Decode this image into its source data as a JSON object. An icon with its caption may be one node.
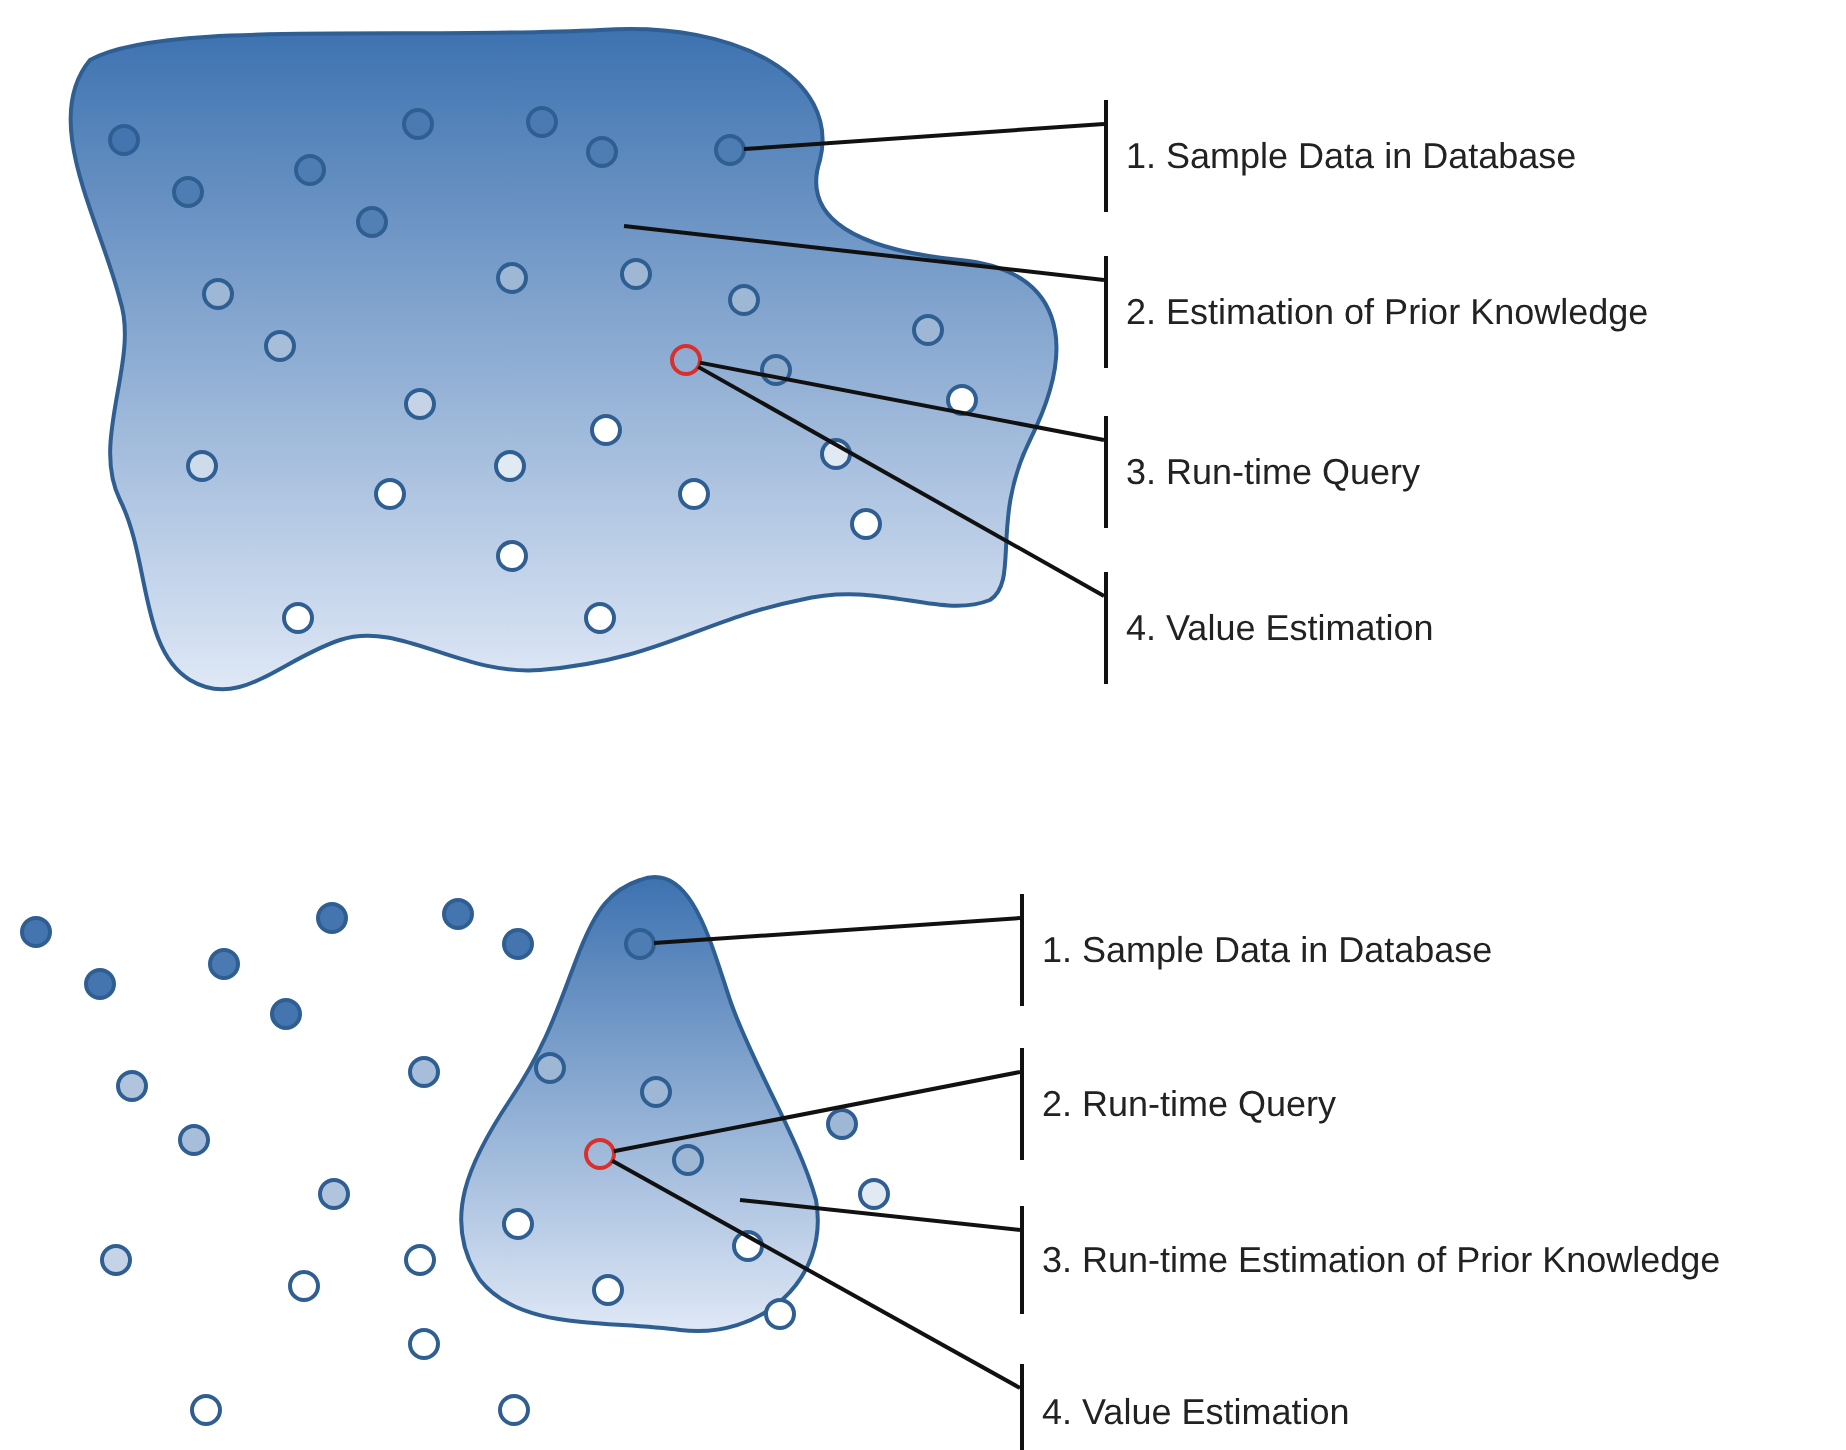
{
  "diagram": {
    "nodes": [
      {
        "text": [],
        "shape": "blob"
      },
      {
        "text": [],
        "shape": "circle",
        "in": 0
      },
      {
        "text": [],
        "shape": "circle",
        "in": 0
      },
      {
        "text": [],
        "shape": "circle",
        "in": 0
      },
      {
        "text": [],
        "shape": "circle",
        "in": 0
      },
      {
        "text": [],
        "shape": "circle",
        "in": 0
      },
      {
        "text": [],
        "shape": "circle",
        "in": 0
      },
      {
        "text": [],
        "shape": "circle",
        "in": 0
      },
      {
        "text": [],
        "shape": "circle",
        "in": 0
      },
      {
        "text": [],
        "shape": "circle",
        "in": 0
      },
      {
        "text": [],
        "shape": "circle",
        "in": 0
      },
      {
        "text": [],
        "shape": "circle",
        "in": 0
      },
      {
        "text": [],
        "shape": "circle",
        "in": 0
      },
      {
        "text": [],
        "shape": "circle",
        "in": 0
      },
      {
        "text": [],
        "shape": "circle",
        "in": 0
      },
      {
        "text": [],
        "shape": "circle",
        "in": 0
      },
      {
        "text": [],
        "shape": "circle",
        "in": 0
      },
      {
        "text": [],
        "shape": "circle",
        "in": 0
      },
      {
        "text": [],
        "shape": "circle",
        "in": 0
      },
      {
        "text": [],
        "shape": "circle",
        "in": 0
      },
      {
        "text": [],
        "shape": "circle",
        "in": 0
      },
      {
        "text": [],
        "shape": "circle",
        "in": 0
      },
      {
        "text": [],
        "shape": "circle",
        "in": 0
      },
      {
        "text": [],
        "shape": "circle",
        "in": 0
      },
      {
        "text": [],
        "shape": "circle",
        "in": 0
      },
      {
        "text": [],
        "shape": "circle",
        "in": 0
      },
      {
        "text": [],
        "shape": "circle",
        "in": 0
      },
      {
        "text": [],
        "shape": "circle",
        "in": 0
      },
      {
        "text": [],
        "shape": "circle",
        "in": 0
      },
      {
        "text": [
          "1. Sample Data in Database"
        ]
      },
      {
        "text": [
          "2. Estimation of Prior Knowledge"
        ]
      },
      {
        "text": [
          "3. Run-time Query"
        ]
      },
      {
        "text": [
          "4. Value Estimation"
        ]
      },
      {
        "text": [],
        "shape": "blob"
      },
      {
        "text": [],
        "shape": "circle"
      },
      {
        "text": [],
        "shape": "circle"
      },
      {
        "text": [],
        "shape": "circle"
      },
      {
        "text": [],
        "shape": "circle"
      },
      {
        "text": [],
        "shape": "circle",
        "in": 33
      },
      {
        "text": [],
        "shape": "circle"
      },
      {
        "text": [],
        "shape": "circle"
      },
      {
        "text": [],
        "shape": "circle"
      },
      {
        "text": [],
        "shape": "circle",
        "in": 33
      },
      {
        "text": [],
        "shape": "circle"
      },
      {
        "text": [],
        "shape": "circle"
      },
      {
        "text": [],
        "shape": "circle",
        "in": 33
      },
      {
        "text": [],
        "shape": "circle"
      },
      {
        "text": [],
        "shape": "circle"
      },
      {
        "text": [],
        "shape": "circle",
        "in": 33
      },
      {
        "text": [],
        "shape": "circle",
        "in": 33
      },
      {
        "text": [],
        "shape": "circle"
      },
      {
        "text": [],
        "shape": "circle"
      },
      {
        "text": [],
        "shape": "circle",
        "in": 33
      },
      {
        "text": [],
        "shape": "circle",
        "in": 33
      },
      {
        "text": [],
        "shape": "circle"
      },
      {
        "text": [],
        "shape": "circle"
      },
      {
        "text": [],
        "shape": "circle"
      },
      {
        "text": [],
        "shape": "circle",
        "in": 33
      },
      {
        "text": [],
        "shape": "circle"
      },
      {
        "text": [],
        "shape": "circle"
      },
      {
        "text": [],
        "shape": "circle"
      },
      {
        "text": [],
        "shape": "circle"
      },
      {
        "text": [
          "1. Sample Data in Database"
        ]
      },
      {
        "text": [
          "2. Run-time Query"
        ]
      },
      {
        "text": [
          "3. Run-time Estimation of Prior Knowledge"
        ]
      },
      {
        "text": [
          "4. Value Estimation"
        ]
      }
    ],
    "edges": [
      {
        "from": 29,
        "to": 4,
        "arrow": "none"
      },
      {
        "from": 30,
        "to": 0,
        "arrow": "none"
      },
      {
        "from": 31,
        "to": 15,
        "arrow": "none"
      },
      {
        "from": 32,
        "to": 15,
        "arrow": "none"
      },
      {
        "from": 62,
        "to": 38,
        "arrow": "none"
      },
      {
        "from": 63,
        "to": 48,
        "arrow": "none"
      },
      {
        "from": 64,
        "to": 33,
        "arrow": "none"
      },
      {
        "from": 65,
        "to": 48,
        "arrow": "none"
      }
    ]
  }
}
